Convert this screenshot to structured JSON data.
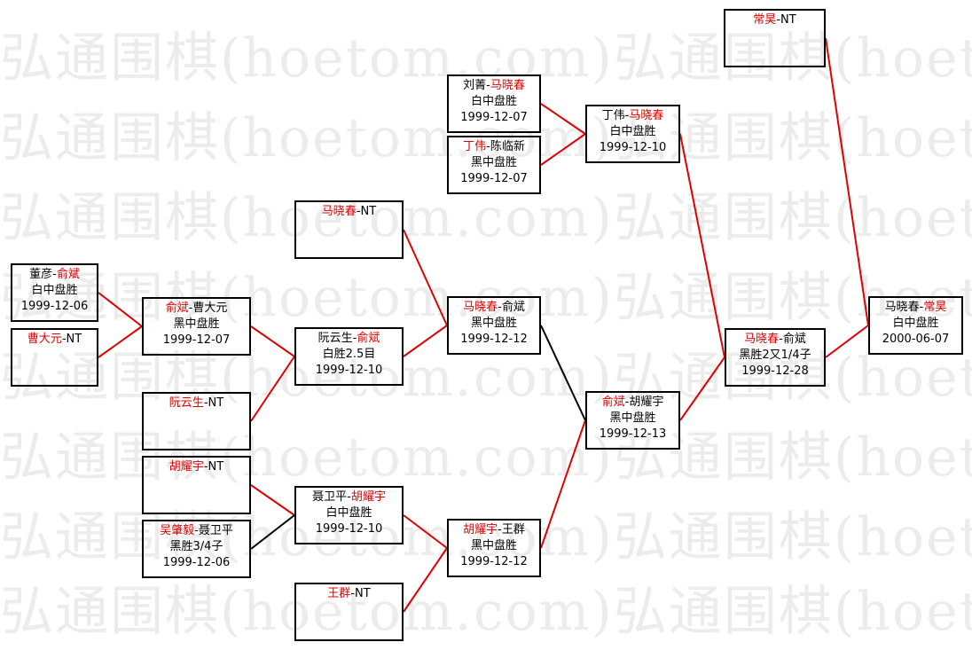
{
  "watermark": "弘通围棋(hoetom.com)弘通围棋(hoetom.com)",
  "colors": {
    "winner": "#e00000",
    "line_win": "#e00000",
    "line_loss": "#000000",
    "border": "#000000"
  },
  "matches": [
    {
      "id": "m1",
      "p1": "董彦",
      "sep": "-",
      "p2": "俞斌",
      "winner": 2,
      "result": "白中盘胜",
      "date": "1999-12-06"
    },
    {
      "id": "m2",
      "p1": "曹大元",
      "sep": "-",
      "p2": "NT",
      "winner": 1,
      "result": "",
      "date": ""
    },
    {
      "id": "m3",
      "p1": "俞斌",
      "sep": "-",
      "p2": "曹大元",
      "winner": 1,
      "result": "黑中盘胜",
      "date": "1999-12-07"
    },
    {
      "id": "m4",
      "p1": "阮云生",
      "sep": "-",
      "p2": "NT",
      "winner": 1,
      "result": "",
      "date": ""
    },
    {
      "id": "m5",
      "p1": "马晓春",
      "sep": "-",
      "p2": "NT",
      "winner": 1,
      "result": "",
      "date": ""
    },
    {
      "id": "m6",
      "p1": "阮云生",
      "sep": "-",
      "p2": "俞斌",
      "winner": 2,
      "result": "白胜2.5目",
      "date": "1999-12-10"
    },
    {
      "id": "m7",
      "p1": "马晓春",
      "sep": "-",
      "p2": "俞斌",
      "winner": 1,
      "result": "黑中盘胜",
      "date": "1999-12-12"
    },
    {
      "id": "m8",
      "p1": "胡耀宇",
      "sep": "-",
      "p2": "NT",
      "winner": 1,
      "result": "",
      "date": ""
    },
    {
      "id": "m9",
      "p1": "吴肇毅",
      "sep": "-",
      "p2": "聂卫平",
      "winner": 1,
      "result": "黑胜3/4子",
      "date": "1999-12-06"
    },
    {
      "id": "m10",
      "p1": "聂卫平",
      "sep": "-",
      "p2": "胡耀宇",
      "winner": 2,
      "result": "白中盘胜",
      "date": "1999-12-10"
    },
    {
      "id": "m11",
      "p1": "王群",
      "sep": "-",
      "p2": "NT",
      "winner": 1,
      "result": "",
      "date": ""
    },
    {
      "id": "m12",
      "p1": "胡耀宇",
      "sep": "-",
      "p2": "王群",
      "winner": 1,
      "result": "黑中盘胜",
      "date": "1999-12-12"
    },
    {
      "id": "m13",
      "p1": "俞斌",
      "sep": "-",
      "p2": "胡耀宇",
      "winner": 1,
      "result": "黑中盘胜",
      "date": "1999-12-13"
    },
    {
      "id": "m14",
      "p1": "刘菁",
      "sep": "-",
      "p2": "马晓春",
      "winner": 2,
      "result": "白中盘胜",
      "date": "1999-12-07"
    },
    {
      "id": "m15",
      "p1": "丁伟",
      "sep": "-",
      "p2": "陈临新",
      "winner": 1,
      "result": "黑中盘胜",
      "date": "1999-12-07"
    },
    {
      "id": "m16",
      "p1": "丁伟",
      "sep": "-",
      "p2": "马晓春",
      "winner": 2,
      "result": "白中盘胜",
      "date": "1999-12-10"
    },
    {
      "id": "m17",
      "p1": "马晓春",
      "sep": "-",
      "p2": "俞斌",
      "winner": 1,
      "result": "黑胜2又1/4子",
      "date": "1999-12-28"
    },
    {
      "id": "m18",
      "p1": "常昊",
      "sep": "-",
      "p2": "NT",
      "winner": 1,
      "result": "",
      "date": ""
    },
    {
      "id": "m19",
      "p1": "马晓春",
      "sep": "-",
      "p2": "常昊",
      "winner": 2,
      "result": "白中盘胜",
      "date": "2000-06-07"
    }
  ],
  "links": [
    {
      "from": "m1",
      "to": "m3",
      "win": true
    },
    {
      "from": "m2",
      "to": "m3",
      "win": true
    },
    {
      "from": "m3",
      "to": "m6",
      "win": true
    },
    {
      "from": "m4",
      "to": "m6",
      "win": true
    },
    {
      "from": "m5",
      "to": "m7",
      "win": true
    },
    {
      "from": "m6",
      "to": "m7",
      "win": true
    },
    {
      "from": "m8",
      "to": "m10",
      "win": true
    },
    {
      "from": "m9",
      "to": "m10",
      "win": false
    },
    {
      "from": "m10",
      "to": "m12",
      "win": true
    },
    {
      "from": "m11",
      "to": "m12",
      "win": true
    },
    {
      "from": "m7",
      "to": "m13",
      "win": false
    },
    {
      "from": "m12",
      "to": "m13",
      "win": true
    },
    {
      "from": "m14",
      "to": "m16",
      "win": true
    },
    {
      "from": "m15",
      "to": "m16",
      "win": true
    },
    {
      "from": "m16",
      "to": "m17",
      "win": true
    },
    {
      "from": "m13",
      "to": "m17",
      "win": true
    },
    {
      "from": "m17",
      "to": "m19",
      "win": true
    },
    {
      "from": "m18",
      "to": "m19",
      "win": true
    }
  ]
}
